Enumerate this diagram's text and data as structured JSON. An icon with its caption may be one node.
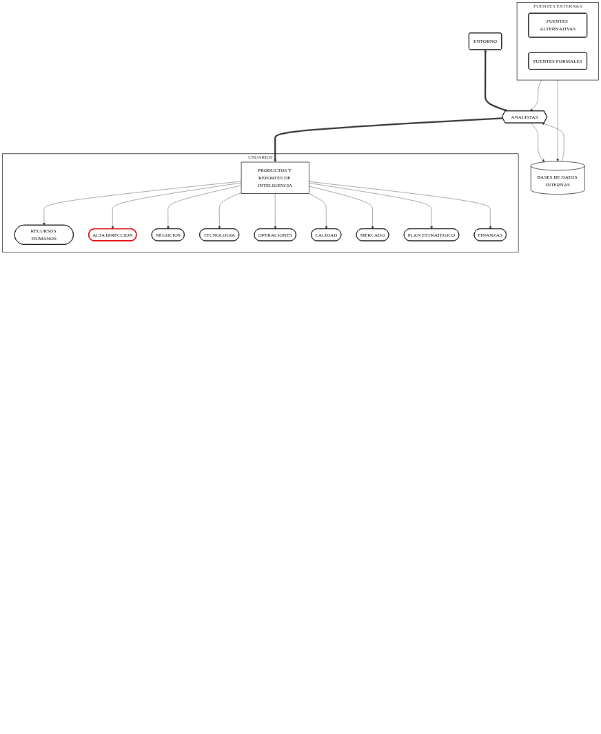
{
  "diagram": {
    "nodes": [
      {
        "text": [
          "FUENTES EXTERNAS"
        ]
      },
      {
        "text": [
          "FUENTES ALTERNATIVAS"
        ],
        "in": 0
      },
      {
        "text": [
          "FUENTES FORMALES"
        ],
        "in": 0
      },
      {
        "text": [
          "ENTORNO"
        ]
      },
      {
        "text": [
          "ANALISTAS"
        ]
      },
      {
        "text": [
          "BASES DE DATOS INTERNAS"
        ]
      },
      {
        "text": [
          "USUARIOS"
        ]
      },
      {
        "text": [
          "RECURSOS HUMANOS"
        ],
        "in": 6
      },
      {
        "text": [
          "ALTA DIRECCION"
        ],
        "in": 6
      },
      {
        "text": [
          "PRODUCTOS Y REPORTES DE INTELIGENCIA"
        ],
        "in": 6
      },
      {
        "text": [
          "NEGOCIOS"
        ],
        "in": 6
      },
      {
        "text": [
          "TECNOLOGIA"
        ],
        "in": 6
      },
      {
        "text": [
          "OPERACIONES"
        ],
        "in": 6
      },
      {
        "text": [
          "CALIDAD"
        ],
        "in": 6
      },
      {
        "text": [
          "MERCADO"
        ],
        "in": 6
      },
      {
        "text": [
          "PLAN ESTRATEGICO"
        ],
        "in": 6
      },
      {
        "text": [
          "FINANZAS"
        ],
        "in": 6
      }
    ],
    "edges": [
      {
        "from": 0,
        "to": 4,
        "arrow": "to"
      },
      {
        "from": 3,
        "to": 4,
        "arrow": "both",
        "style": "thick"
      },
      {
        "from": 0,
        "to": 5,
        "arrow": "to"
      },
      {
        "from": 4,
        "to": 5,
        "arrow": "to"
      },
      {
        "from": 5,
        "to": 4,
        "arrow": "to"
      },
      {
        "from": 4,
        "to": 9,
        "arrow": "to",
        "style": "thick"
      },
      {
        "from": 9,
        "to": 7,
        "arrow": "to"
      },
      {
        "from": 9,
        "to": 8,
        "arrow": "to"
      },
      {
        "from": 9,
        "to": 10,
        "arrow": "to"
      },
      {
        "from": 9,
        "to": 11,
        "arrow": "to"
      },
      {
        "from": 9,
        "to": 12,
        "arrow": "to"
      },
      {
        "from": 9,
        "to": 14,
        "arrow": "to"
      },
      {
        "from": 9,
        "to": 15,
        "arrow": "to"
      },
      {
        "from": 9,
        "to": 16,
        "arrow": "to"
      },
      {
        "from": 9,
        "to": 13,
        "arrow": "to"
      }
    ]
  }
}
